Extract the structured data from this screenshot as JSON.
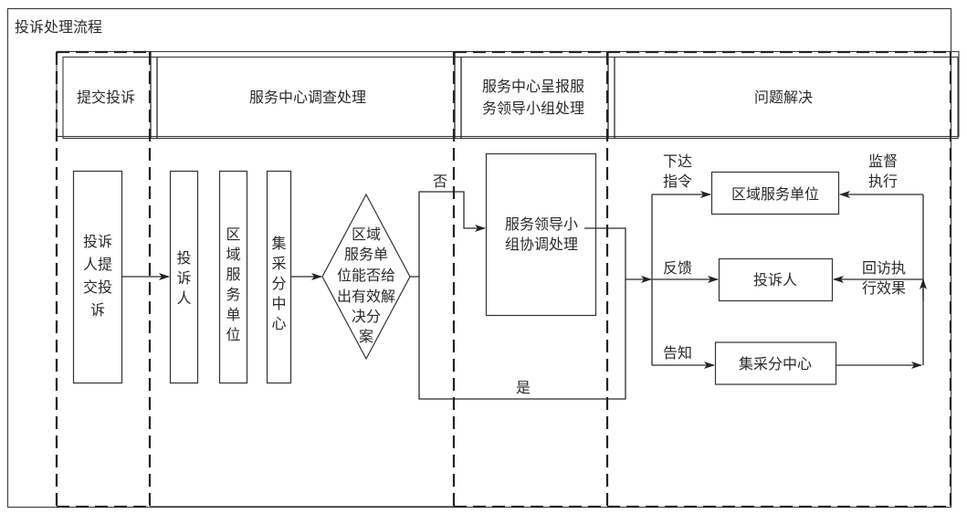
{
  "title": "投诉处理流程",
  "lanes": [
    {
      "id": "submit",
      "header": [
        "提交投诉"
      ]
    },
    {
      "id": "service-center",
      "header": [
        "服务中心调查处理"
      ]
    },
    {
      "id": "leadership",
      "header": [
        "服务中心呈报服",
        "务领导小组处理"
      ]
    },
    {
      "id": "resolution",
      "header": [
        "问题解决"
      ]
    }
  ],
  "nodes": {
    "complainant_submit": {
      "lines": [
        "投诉",
        "人提",
        "交投",
        "诉"
      ]
    },
    "complainant": {
      "lines": [
        "投",
        "诉",
        "人"
      ]
    },
    "regional_unit": {
      "lines": [
        "区",
        "域",
        "服",
        "务",
        "单",
        "位"
      ]
    },
    "procurement_center": {
      "lines": [
        "集",
        "采",
        "分",
        "中",
        "心"
      ]
    },
    "decision": {
      "lines": [
        "区域",
        "服务单",
        "位能否给",
        "出有效解",
        "决分",
        "案"
      ]
    },
    "leadership_group": {
      "lines": [
        "服务领导小",
        "组协调处理"
      ]
    },
    "res_regional_unit": {
      "label": "区域服务单位"
    },
    "res_complainant": {
      "label": "投诉人"
    },
    "res_procurement_center": {
      "label": "集采分中心"
    }
  },
  "edge_labels": {
    "no": "否",
    "yes": "是",
    "issue_instruction": [
      "下达",
      "指令"
    ],
    "feedback": "反馈",
    "notify": "告知",
    "supervise": [
      "监督",
      "执行"
    ],
    "revisit": [
      "回访执",
      "行效果"
    ]
  }
}
